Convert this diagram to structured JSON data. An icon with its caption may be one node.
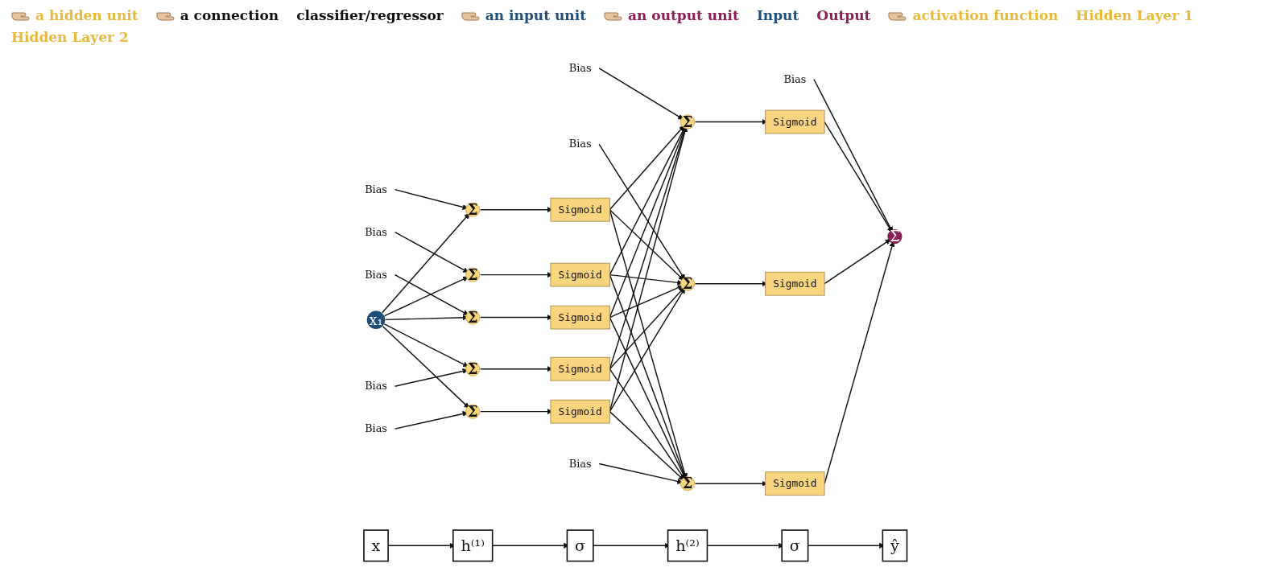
{
  "diagram": {
    "nodes": [
      {
        "text": [
          "x₁"
        ]
      },
      {
        "text": [
          "Bias"
        ]
      },
      {
        "text": [
          "Bias"
        ]
      },
      {
        "text": [
          "Bias"
        ]
      },
      {
        "text": [
          "Bias"
        ]
      },
      {
        "text": [
          "Bias"
        ]
      },
      {
        "text": [
          "Σ"
        ]
      },
      {
        "text": [
          "Σ"
        ]
      },
      {
        "text": [
          "Σ"
        ]
      },
      {
        "text": [
          "Σ"
        ]
      },
      {
        "text": [
          "Σ"
        ]
      },
      {
        "text": [
          "Sigmoid"
        ]
      },
      {
        "text": [
          "Sigmoid"
        ]
      },
      {
        "text": [
          "Sigmoid"
        ]
      },
      {
        "text": [
          "Sigmoid"
        ]
      },
      {
        "text": [
          "Sigmoid"
        ]
      },
      {
        "text": [
          "Bias"
        ]
      },
      {
        "text": [
          "Bias"
        ]
      },
      {
        "text": [
          "Bias"
        ]
      },
      {
        "text": [
          "Σ"
        ]
      },
      {
        "text": [
          "Σ"
        ]
      },
      {
        "text": [
          "Σ"
        ]
      },
      {
        "text": [
          "Sigmoid"
        ]
      },
      {
        "text": [
          "Sigmoid"
        ]
      },
      {
        "text": [
          "Sigmoid"
        ]
      },
      {
        "text": [
          "Bias"
        ]
      },
      {
        "text": [
          "Σ"
        ]
      },
      {
        "text": [
          "x"
        ]
      },
      {
        "text": [
          "h⁽¹⁾"
        ]
      },
      {
        "text": [
          "σ"
        ]
      },
      {
        "text": [
          "h⁽²⁾"
        ]
      },
      {
        "text": [
          "σ"
        ]
      },
      {
        "text": [
          "ŷ"
        ]
      }
    ],
    "edges": [
      {
        "from": 1,
        "to": 6,
        "arrow": "to"
      },
      {
        "from": 2,
        "to": 7,
        "arrow": "to"
      },
      {
        "from": 3,
        "to": 8,
        "arrow": "to"
      },
      {
        "from": 4,
        "to": 9,
        "arrow": "to"
      },
      {
        "from": 5,
        "to": 10,
        "arrow": "to"
      },
      {
        "from": 0,
        "to": 6,
        "arrow": "to"
      },
      {
        "from": 0,
        "to": 7,
        "arrow": "to"
      },
      {
        "from": 0,
        "to": 8,
        "arrow": "to"
      },
      {
        "from": 0,
        "to": 9,
        "arrow": "to"
      },
      {
        "from": 0,
        "to": 10,
        "arrow": "to"
      },
      {
        "from": 6,
        "to": 11,
        "arrow": "to"
      },
      {
        "from": 7,
        "to": 12,
        "arrow": "to"
      },
      {
        "from": 8,
        "to": 13,
        "arrow": "to"
      },
      {
        "from": 9,
        "to": 14,
        "arrow": "to"
      },
      {
        "from": 10,
        "to": 15,
        "arrow": "to"
      },
      {
        "from": 16,
        "to": 19,
        "arrow": "to"
      },
      {
        "from": 17,
        "to": 20,
        "arrow": "to"
      },
      {
        "from": 18,
        "to": 21,
        "arrow": "to"
      },
      {
        "from": 11,
        "to": 19,
        "arrow": "to"
      },
      {
        "from": 11,
        "to": 20,
        "arrow": "to"
      },
      {
        "from": 11,
        "to": 21,
        "arrow": "to"
      },
      {
        "from": 12,
        "to": 19,
        "arrow": "to"
      },
      {
        "from": 12,
        "to": 20,
        "arrow": "to"
      },
      {
        "from": 12,
        "to": 21,
        "arrow": "to"
      },
      {
        "from": 13,
        "to": 19,
        "arrow": "to"
      },
      {
        "from": 13,
        "to": 20,
        "arrow": "to"
      },
      {
        "from": 13,
        "to": 21,
        "arrow": "to"
      },
      {
        "from": 14,
        "to": 19,
        "arrow": "to"
      },
      {
        "from": 14,
        "to": 20,
        "arrow": "to"
      },
      {
        "from": 14,
        "to": 21,
        "arrow": "to"
      },
      {
        "from": 15,
        "to": 19,
        "arrow": "to"
      },
      {
        "from": 15,
        "to": 20,
        "arrow": "to"
      },
      {
        "from": 15,
        "to": 21,
        "arrow": "to"
      },
      {
        "from": 19,
        "to": 22,
        "arrow": "to"
      },
      {
        "from": 20,
        "to": 23,
        "arrow": "to"
      },
      {
        "from": 21,
        "to": 24,
        "arrow": "to"
      },
      {
        "from": 25,
        "to": 26,
        "arrow": "to"
      },
      {
        "from": 22,
        "to": 26,
        "arrow": "to"
      },
      {
        "from": 23,
        "to": 26,
        "arrow": "to"
      },
      {
        "from": 24,
        "to": 26,
        "arrow": "to"
      },
      {
        "from": 27,
        "to": 28,
        "arrow": "to"
      },
      {
        "from": 28,
        "to": 29,
        "arrow": "to"
      },
      {
        "from": 29,
        "to": 30,
        "arrow": "to"
      },
      {
        "from": 30,
        "to": 31,
        "arrow": "to"
      },
      {
        "from": 31,
        "to": 32,
        "arrow": "to"
      }
    ],
    "labels": [
      "a hidden unit",
      "a connection",
      "classifier/regressor",
      "an input unit",
      "an output unit",
      "Input",
      "Output",
      "activation function",
      "Hidden Layer 1",
      "Hidden Layer 2"
    ]
  }
}
